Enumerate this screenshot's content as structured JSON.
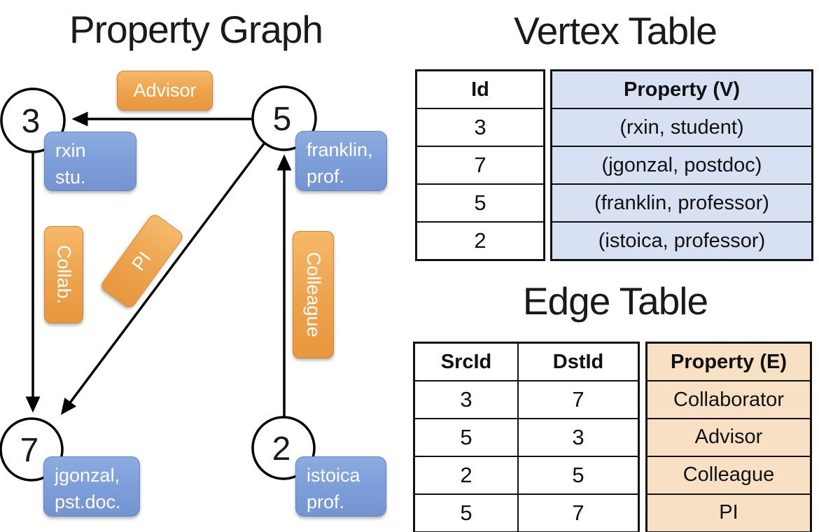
{
  "graph": {
    "title": "Property Graph",
    "nodes": [
      {
        "id": "3"
      },
      {
        "id": "5"
      },
      {
        "id": "7"
      },
      {
        "id": "2"
      }
    ],
    "vertex_labels": {
      "rxin": {
        "line1": "rxin",
        "line2": "stu."
      },
      "franklin": {
        "line1": "franklin,",
        "line2": "prof."
      },
      "jgonzal": {
        "line1": "jgonzal,",
        "line2": "pst.doc."
      },
      "istoica": {
        "line1": "istoica",
        "line2": "prof."
      }
    },
    "edge_labels": {
      "advisor": "Advisor",
      "collab": "Collab.",
      "pi": "PI",
      "colleague": "Colleague"
    }
  },
  "vertex_table": {
    "title": "Vertex Table",
    "columns": [
      "Id",
      "Property (V)"
    ],
    "rows": [
      [
        "3",
        "(rxin, student)"
      ],
      [
        "7",
        "(jgonzal, postdoc)"
      ],
      [
        "5",
        "(franklin, professor)"
      ],
      [
        "2",
        "(istoica, professor)"
      ]
    ]
  },
  "edge_table": {
    "title": "Edge Table",
    "columns": [
      "SrcId",
      "DstId",
      "Property (E)"
    ],
    "rows": [
      [
        "3",
        "7",
        "Collaborator"
      ],
      [
        "5",
        "3",
        "Advisor"
      ],
      [
        "2",
        "5",
        "Colleague"
      ],
      [
        "5",
        "7",
        "PI"
      ]
    ]
  },
  "colors": {
    "edge_label_orange": "#eda24c",
    "vertex_label_blue": "#7d9ed9",
    "vertex_table_fill": "#d8e1f3",
    "edge_table_fill": "#f7e0c4",
    "line_black": "#000000"
  }
}
